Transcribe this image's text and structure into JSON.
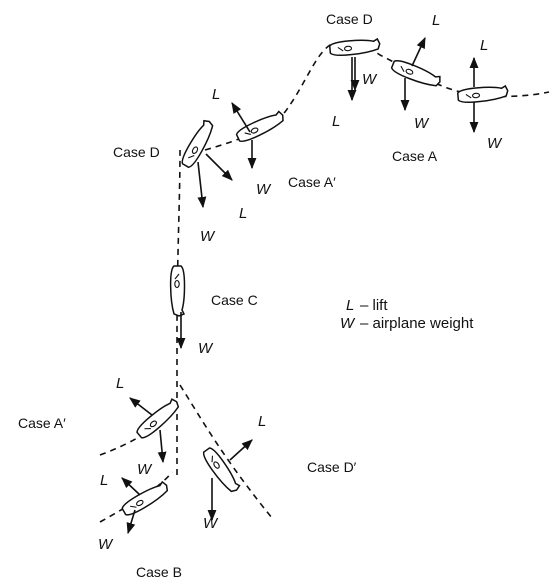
{
  "cases": {
    "top_d": "Case D",
    "left_d": "Case D",
    "a": "Case A",
    "a_prime_upper": "Case A′",
    "c": "Case C",
    "a_prime_lower": "Case A′",
    "d_prime": "Case D′",
    "b": "Case B"
  },
  "forces": {
    "lift": "L",
    "weight": "W"
  },
  "legend": {
    "lift_symbol": "L",
    "lift_text": "– lift",
    "weight_symbol": "W",
    "weight_text": "– airplane weight"
  }
}
